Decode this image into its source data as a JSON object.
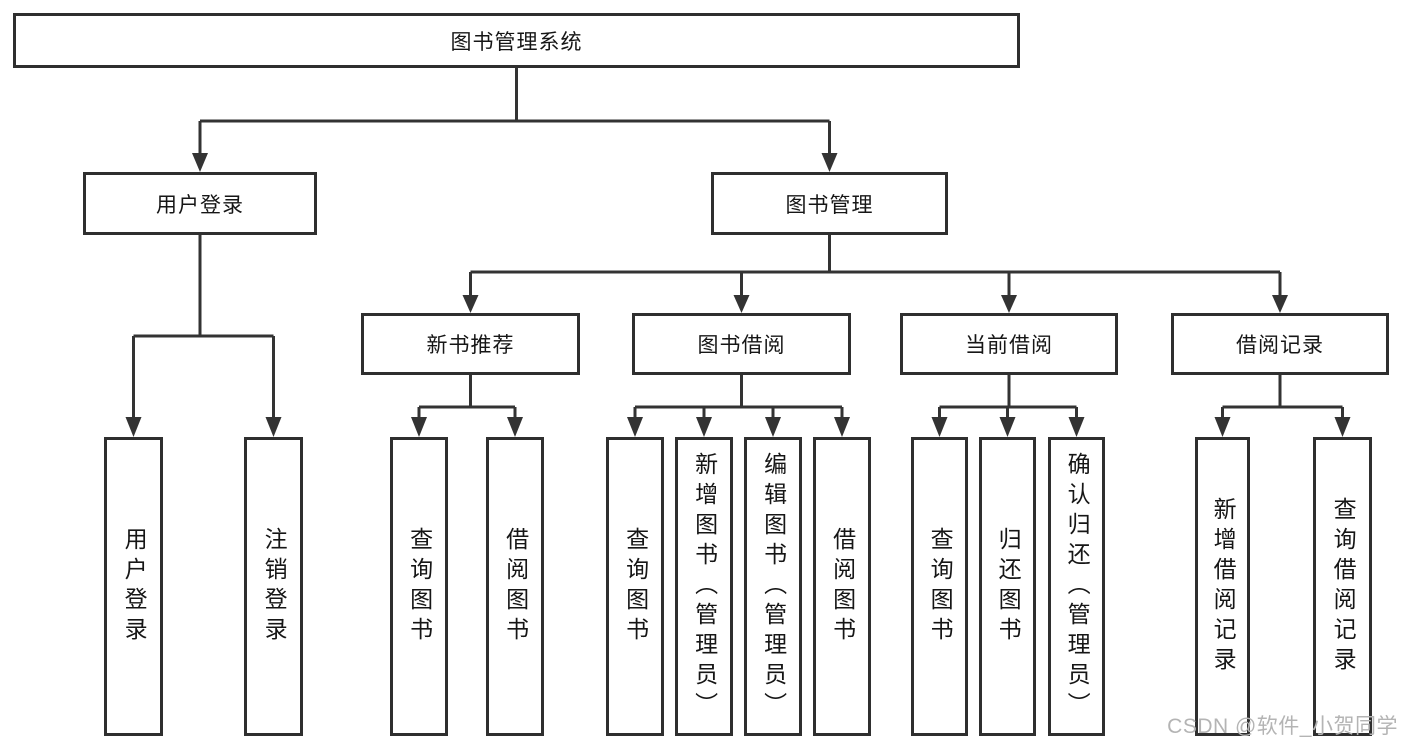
{
  "nodes": {
    "root": "图书管理系统",
    "level2": {
      "user_login": "用户登录",
      "book_mgmt": "图书管理"
    },
    "level3": {
      "new_book_rec": "新书推荐",
      "book_borrow": "图书借阅",
      "current_borrow": "当前借阅",
      "borrow_record": "借阅记录"
    },
    "leaves": {
      "user_login": [
        "用户登录",
        "注销登录"
      ],
      "new_book_rec": [
        "查询图书",
        "借阅图书"
      ],
      "book_borrow": [
        "查询图书",
        "新增图书（管理员）",
        "编辑图书（管理员）",
        "借阅图书"
      ],
      "current_borrow": [
        "查询图书",
        "归还图书",
        "确认归还（管理员）"
      ],
      "borrow_record": [
        "新增借阅记录",
        "查询借阅记录"
      ]
    }
  },
  "watermark": "CSDN @软件_小贺同学",
  "colors": {
    "line": "#333333",
    "border": "#2f2f2f",
    "text": "#161616",
    "watermark": "#b4b4b4",
    "background": "#ffffff"
  }
}
